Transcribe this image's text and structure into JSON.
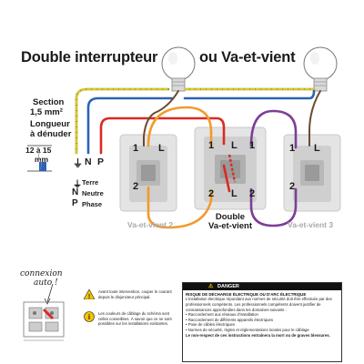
{
  "title": {
    "part1": "Double interrupteur",
    "part2": "ou Va-et-vient"
  },
  "section": {
    "label": "Section",
    "value": "1,5 mm²"
  },
  "longueur": {
    "line1": "Longueur",
    "line2": "à dénuder",
    "value": "12 à 15",
    "unit": "mm"
  },
  "terminals": {
    "earth_symbol": "⏚",
    "n": "N",
    "p": "P"
  },
  "legend": {
    "terre_symbol": "⏚",
    "terre_label": "Terre",
    "neutre_symbol": "N",
    "neutre_label": "Neutre",
    "phase_symbol": "P",
    "phase_label": "Phase"
  },
  "switches": {
    "left": {
      "caption": "Va-et-vient 2",
      "t1": "1",
      "t2": "2",
      "tL": "L"
    },
    "center": {
      "caption_line1": "Double",
      "caption_line2": "Va-et-vient",
      "t1": "1",
      "tL1": "L",
      "t2a": "2",
      "t2b": "2",
      "tL2": "L",
      "t1b": "1"
    },
    "right": {
      "caption": "Va-et-vient 3",
      "t1": "1",
      "t2": "2",
      "tL": "L"
    }
  },
  "connexion": {
    "line1": "connexion",
    "line2": "auto !"
  },
  "warning_left": {
    "text1": "Avant toute intervention, couper le courant depuis le disjoncteur principal.",
    "text2": "Les couleurs de câblage du schéma sont celles conseillées. À savoir que ce ne sont possibles sur les installations existantes."
  },
  "danger": {
    "header": "DANGER",
    "title": "RISQUE DE DÉCHARGE ÉLECTRIQUE OU D'ARC ÉLECTRIQUE",
    "p1": "L'installation électrique répondant aux normes de sécurité doit être effectuée par des professionnels compétents. Les professionnels compétents doivent justifier de connaissances approfondies dans les domaines suivants :",
    "b1": "• Raccordement aux réseaux d'installation",
    "b2": "• Raccordement de différents appareils électriques",
    "b3": "• Pose de câbles électriques",
    "b4": "• Normes de sécurité, règles et réglementations locales pour le câblage",
    "footer": "Le non-respect de ces instructions entraînera la mort ou de graves blessures."
  },
  "colors": {
    "phase": "#d92a24",
    "neutral": "#2b63b8",
    "earth_green": "#5da83a",
    "earth_yellow": "#e6c32a",
    "orange": "#f39a2b",
    "purple": "#7b3f98",
    "brown": "#6b4a2f",
    "switch_plate": "#e2e2e2",
    "caption_grey": "#a9a9a9"
  }
}
